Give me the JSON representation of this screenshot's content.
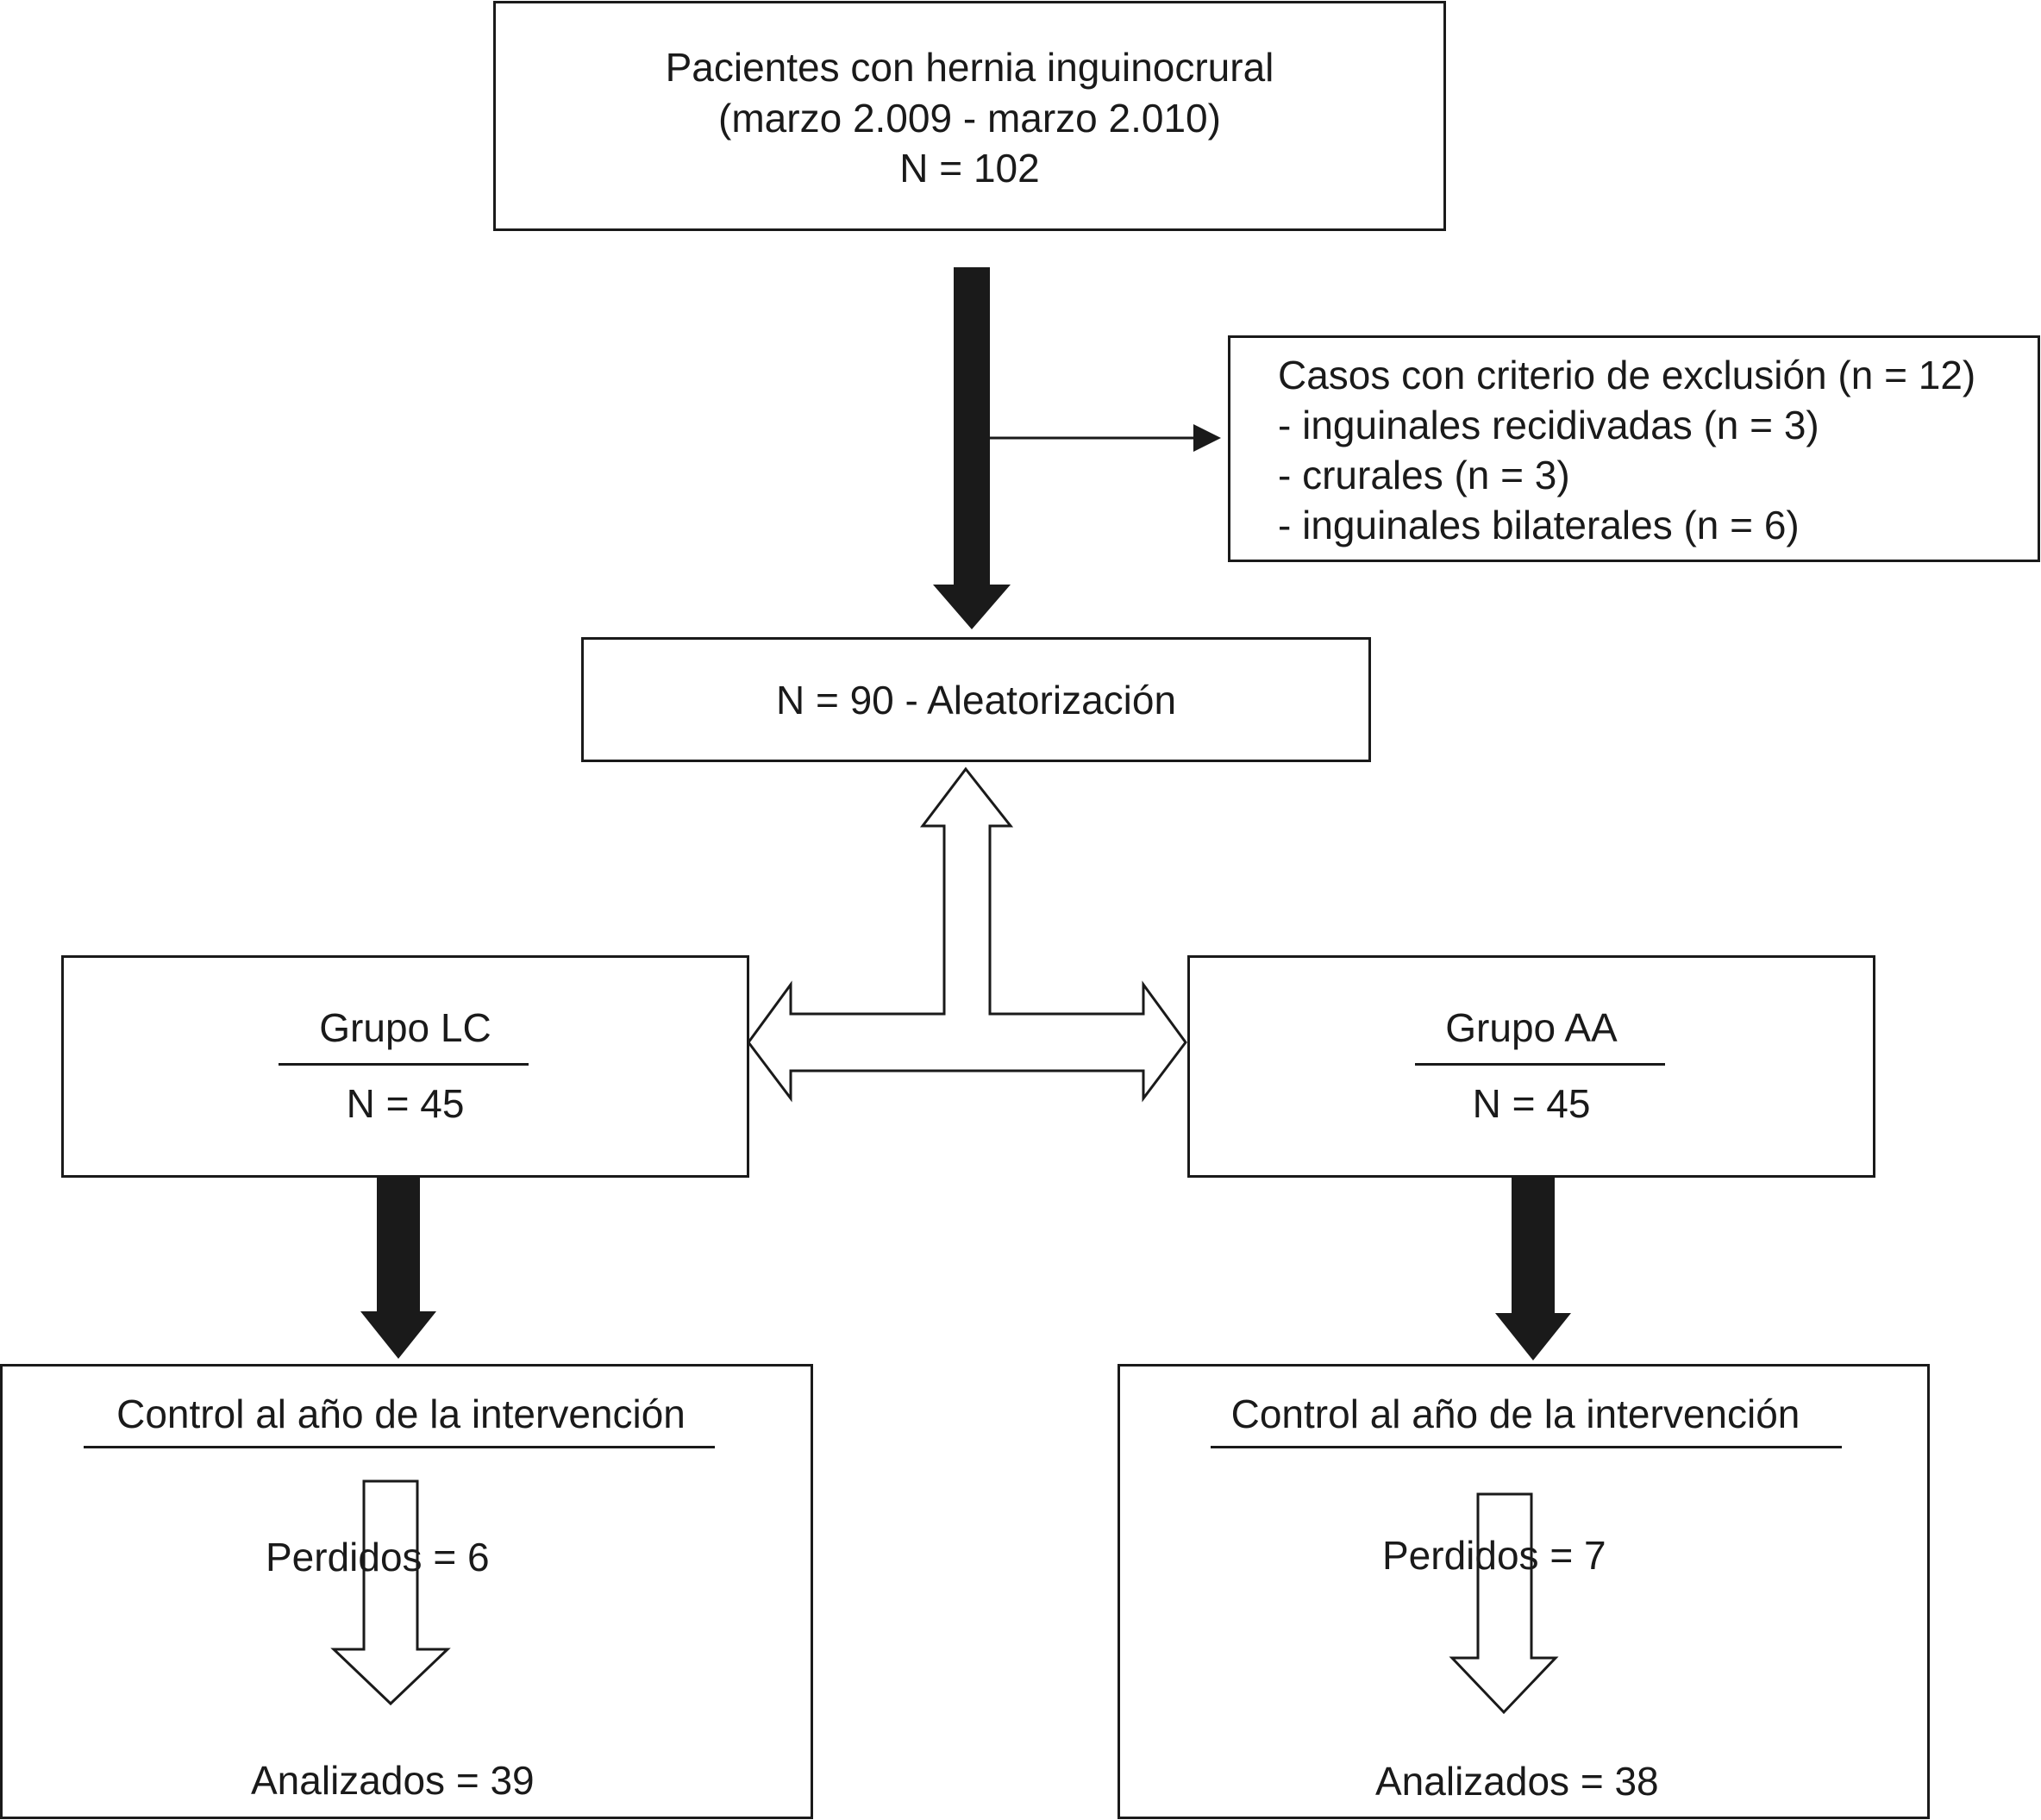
{
  "top_box": {
    "line1": "Pacientes con hernia inguinocrural",
    "line2": "(marzo 2.009 - marzo 2.010)",
    "line3": "N = 102"
  },
  "exclusion_box": {
    "title": "Casos con criterio de exclusión (n = 12)",
    "items": [
      "- inguinales recidivadas (n = 3)",
      "- crurales (n = 3)",
      "- inguinales bilaterales (n = 6)"
    ]
  },
  "randomization_box": {
    "label": "N = 90 - Aleatorización"
  },
  "group_lc": {
    "title": "Grupo LC",
    "n": "N = 45"
  },
  "group_aa": {
    "title": "Grupo AA",
    "n": "N = 45"
  },
  "followup_lc": {
    "title": "Control al año de la intervención",
    "lost": "Perdidos = 6",
    "analyzed": "Analizados = 39"
  },
  "followup_aa": {
    "title": "Control al año de la intervención",
    "lost": "Perdidos = 7",
    "analyzed": "Analizados = 38"
  }
}
